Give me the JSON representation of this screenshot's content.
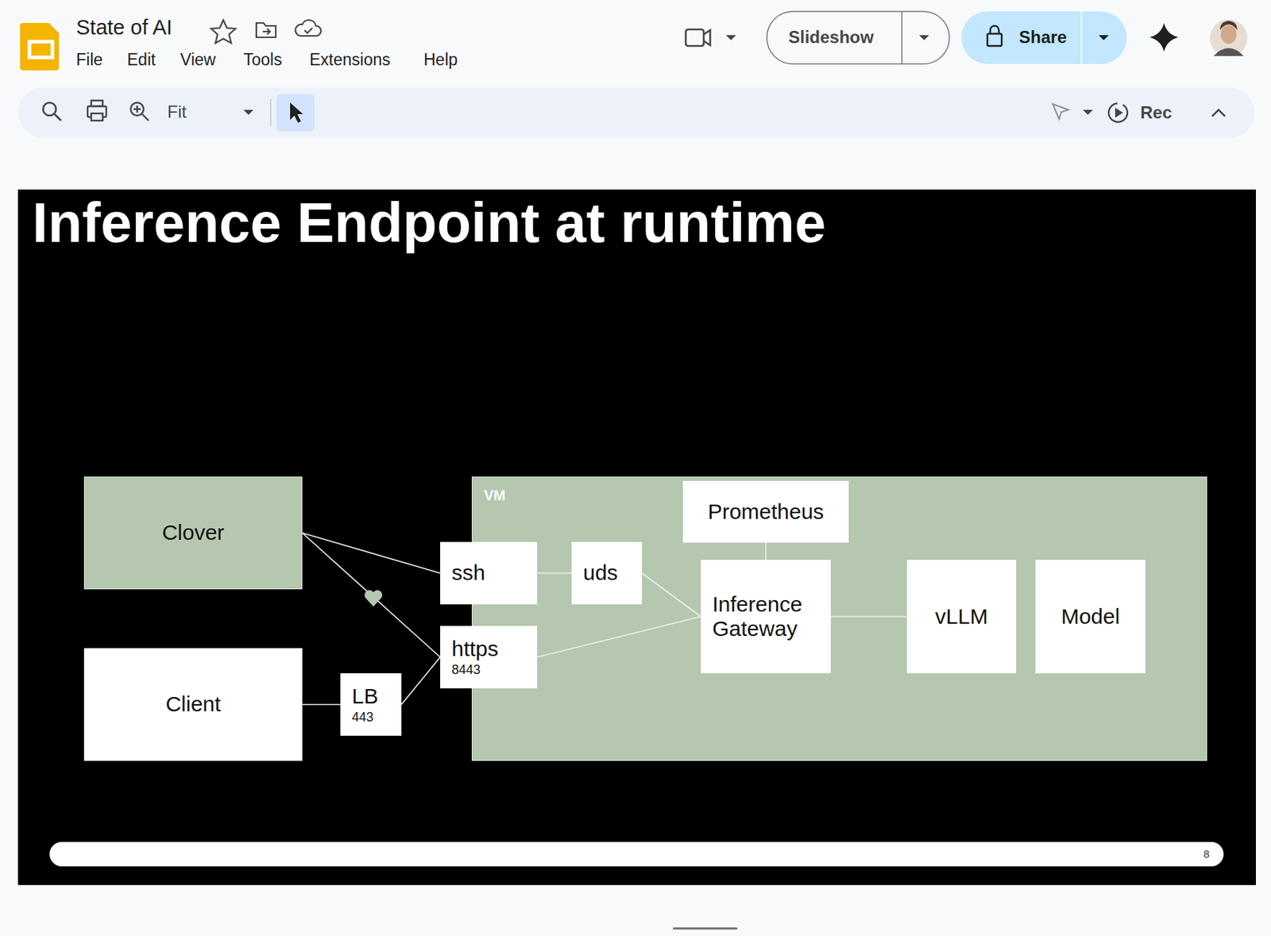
{
  "diagram": {
    "title": "Inference Endpoint at runtime",
    "nodes": [
      {
        "text": [
          "Clover"
        ]
      },
      {
        "text": [
          "VM"
        ]
      },
      {
        "text": [
          "Prometheus"
        ],
        "in": 1
      },
      {
        "text": [
          "ssh"
        ],
        "in": 1
      },
      {
        "text": [
          "uds"
        ],
        "in": 1
      },
      {
        "text": [
          "https",
          "8443"
        ],
        "in": 1
      },
      {
        "text": [
          "Inference Gateway"
        ],
        "in": 1
      },
      {
        "text": [
          "vLLM"
        ],
        "in": 1
      },
      {
        "text": [
          "Model"
        ],
        "in": 1
      },
      {
        "text": [
          "Client"
        ]
      },
      {
        "text": [
          "LB",
          "443"
        ]
      }
    ],
    "edges": [
      {
        "from": 0,
        "to": 3,
        "arrow": "none"
      },
      {
        "from": 0,
        "to": 5,
        "arrow": "none"
      },
      {
        "from": 3,
        "to": 4,
        "arrow": "none"
      },
      {
        "from": 4,
        "to": 6,
        "arrow": "none"
      },
      {
        "from": 5,
        "to": 6,
        "arrow": "none"
      },
      {
        "from": 2,
        "to": 6,
        "arrow": "none"
      },
      {
        "from": 6,
        "to": 7,
        "arrow": "none"
      },
      {
        "from": 9,
        "to": 10,
        "arrow": "none"
      },
      {
        "from": 10,
        "to": 5,
        "arrow": "none"
      }
    ],
    "labels": [
      "State of AI",
      "File",
      "Edit",
      "View",
      "Tools",
      "Extensions",
      "Help",
      "Fit",
      "Slideshow",
      "Share",
      "Rec",
      "8"
    ]
  }
}
